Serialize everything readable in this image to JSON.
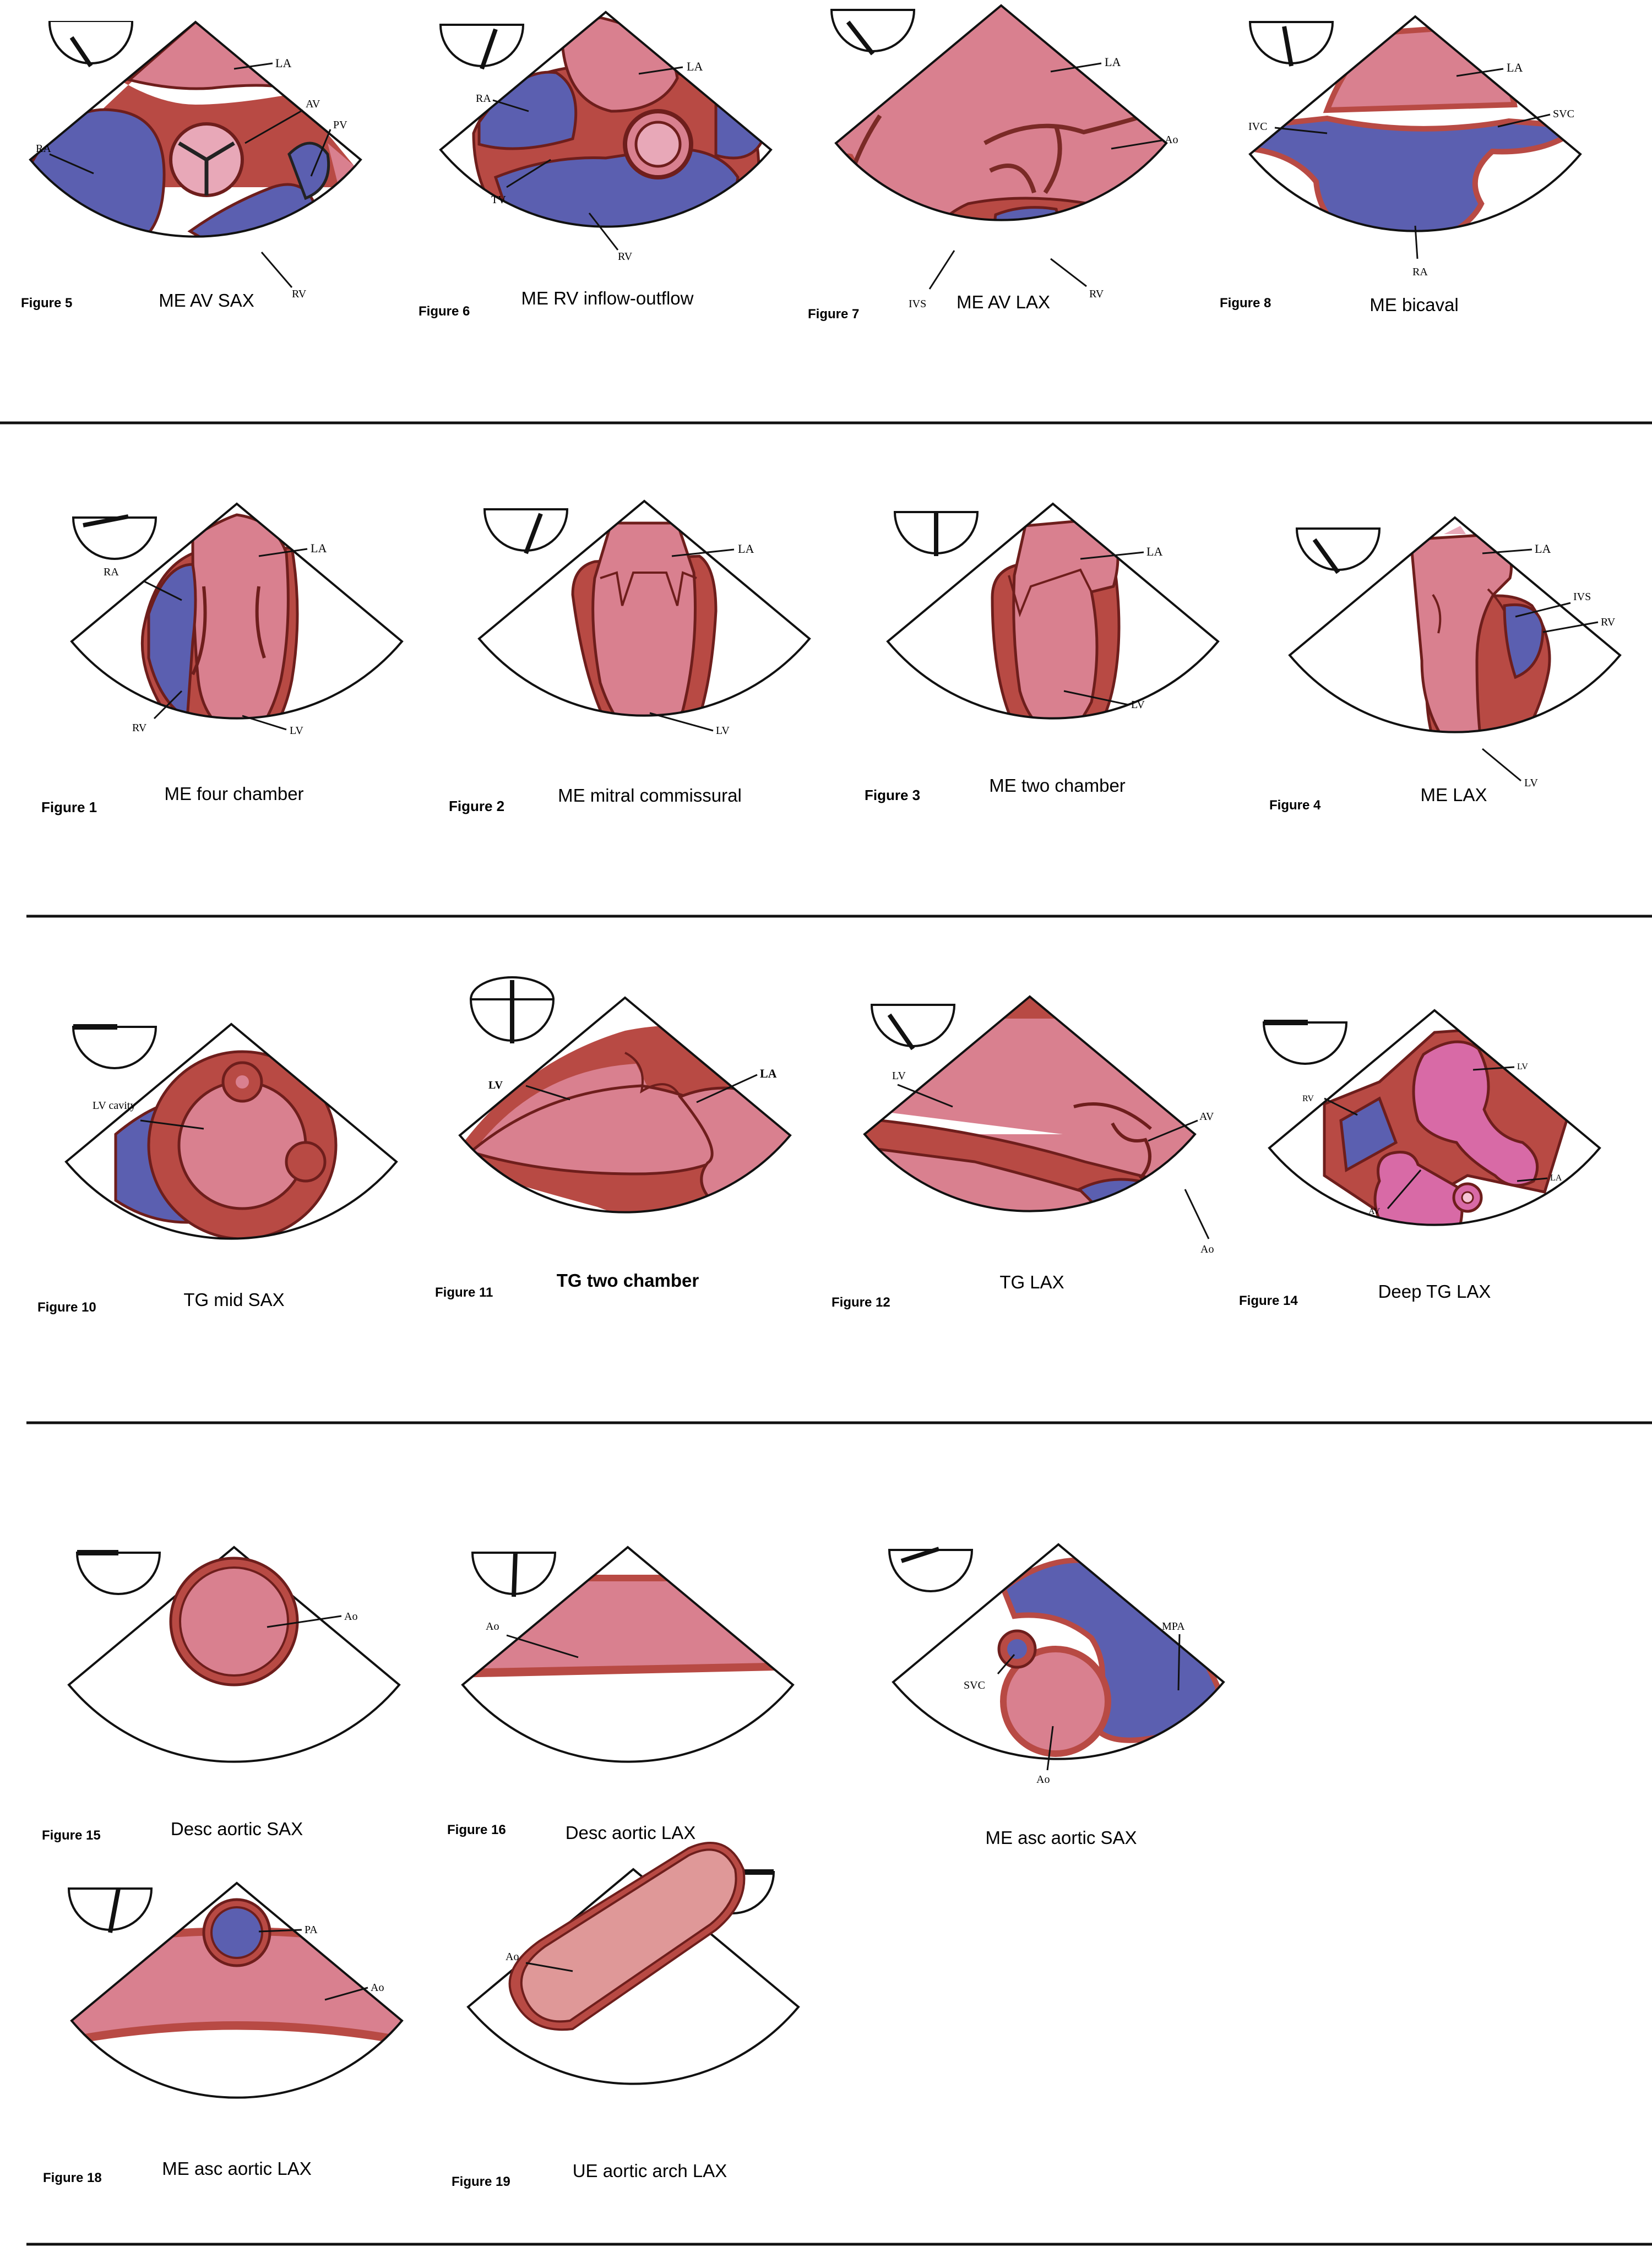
{
  "palette": {
    "chamber_pink": "#d9808f",
    "wall_red": "#b84a44",
    "outline_dark": "#6e1e1c",
    "right_blue": "#5b5fb0",
    "sector_line": "#111111",
    "mag_pink": "#d86aa6",
    "pale_pink": "#df9898"
  },
  "separators": 4,
  "figures": [
    {
      "id": "fig5",
      "number": "Figure 5",
      "title": "ME AV SAX",
      "omniplane": "~40°",
      "structures": [
        "LA",
        "AV",
        "PV",
        "RA",
        "RV"
      ]
    },
    {
      "id": "fig6",
      "number": "Figure 6",
      "title": "ME RV inflow-outflow",
      "omniplane": "~70°",
      "structures": [
        "LA",
        "RA",
        "TV",
        "RV"
      ]
    },
    {
      "id": "fig7",
      "number": "Figure 7",
      "title": "ME AV LAX",
      "omniplane": "~130°",
      "structures": [
        "LA",
        "Ao",
        "IVS",
        "RV"
      ]
    },
    {
      "id": "fig8",
      "number": "Figure 8",
      "title": "ME bicaval",
      "omniplane": "~100°",
      "structures": [
        "LA",
        "IVC",
        "SVC",
        "RA"
      ]
    },
    {
      "id": "fig1",
      "number": "Figure 1",
      "title": "ME four chamber",
      "omniplane": "~10°",
      "structures": [
        "LA",
        "RA",
        "RV",
        "LV"
      ]
    },
    {
      "id": "fig2",
      "number": "Figure 2",
      "title": "ME mitral commissural",
      "omniplane": "~60°",
      "structures": [
        "LA",
        "LV"
      ]
    },
    {
      "id": "fig3",
      "number": "Figure 3",
      "title": "ME two chamber",
      "omniplane": "~90°",
      "structures": [
        "LA",
        "LV"
      ]
    },
    {
      "id": "fig4",
      "number": "Figure 4",
      "title": "ME LAX",
      "omniplane": "~130°",
      "structures": [
        "LA",
        "IVS",
        "RV",
        "LV"
      ]
    },
    {
      "id": "fig10",
      "number": "Figure 10",
      "title": "TG mid SAX",
      "omniplane": "~0°",
      "structures": [
        "LV cavity"
      ]
    },
    {
      "id": "fig11",
      "number": "Figure 11",
      "title": "TG two chamber",
      "omniplane": "~90°",
      "structures": [
        "LV",
        "LA"
      ]
    },
    {
      "id": "fig12",
      "number": "Figure 12",
      "title": "TG LAX",
      "omniplane": "~120°",
      "structures": [
        "LV",
        "AV",
        "Ao"
      ]
    },
    {
      "id": "fig14",
      "number": "Figure 14",
      "title": "Deep TG LAX",
      "omniplane": "~0°",
      "structures": [
        "LV",
        "RV",
        "LA",
        "AV"
      ]
    },
    {
      "id": "fig15",
      "number": "Figure 15",
      "title": "Desc aortic SAX",
      "omniplane": "~0°",
      "structures": [
        "Ao"
      ]
    },
    {
      "id": "fig16",
      "number": "Figure 16",
      "title": "Desc aortic LAX",
      "omniplane": "~90°",
      "structures": [
        "Ao"
      ]
    },
    {
      "id": "fig17",
      "number": "",
      "title": "ME asc aortic SAX",
      "omniplane": "~30°",
      "structures": [
        "MPA",
        "SVC",
        "Ao"
      ]
    },
    {
      "id": "fig18",
      "number": "Figure 18",
      "title": "ME asc aortic LAX",
      "omniplane": "~110°",
      "structures": [
        "PA",
        "Ao"
      ]
    },
    {
      "id": "fig19",
      "number": "Figure 19",
      "title": "UE aortic arch LAX",
      "omniplane": "~0°",
      "structures": [
        "Ao"
      ]
    }
  ]
}
